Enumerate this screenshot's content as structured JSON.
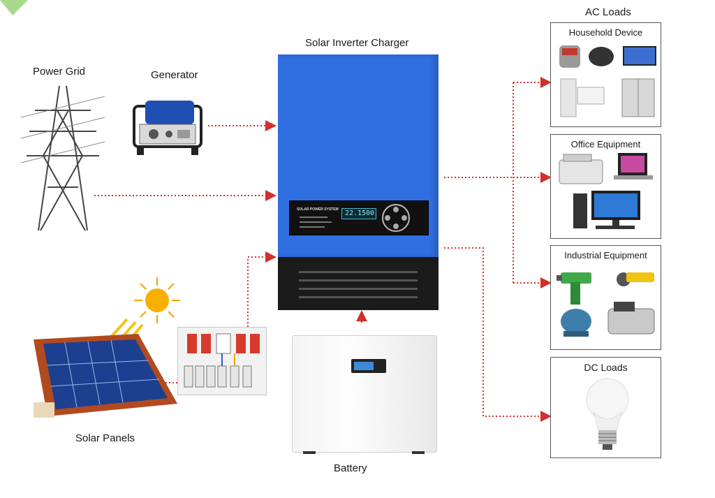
{
  "nodes": {
    "power_grid": "Power Grid",
    "generator": "Generator",
    "inverter": "Solar Inverter Charger",
    "solar_panels": "Solar Panels",
    "battery": "Battery",
    "ac_loads": "AC Loads",
    "dc_loads": "DC Loads"
  },
  "ac_load_groups": {
    "household": "Household Device",
    "office": "Office Equipment",
    "industrial": "Industrial Equipment"
  },
  "display": {
    "brand_text": "SOLAR POWER SYSTEM",
    "readout_left": "22.1",
    "readout_right": "500"
  },
  "colors": {
    "inverter_blue": "#2f6fe0",
    "connector_red": "#d0312d",
    "box_border": "#555555"
  }
}
